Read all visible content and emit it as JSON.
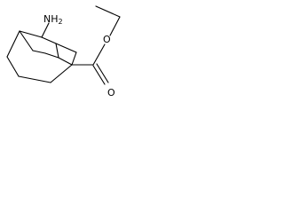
{
  "molecule": {
    "amine_label": "NH",
    "amine_subscript": "2",
    "ester_oxygen_label": "O",
    "carbonyl_oxygen_label": "O",
    "bond_color": "#000000",
    "background_color": "#ffffff"
  }
}
